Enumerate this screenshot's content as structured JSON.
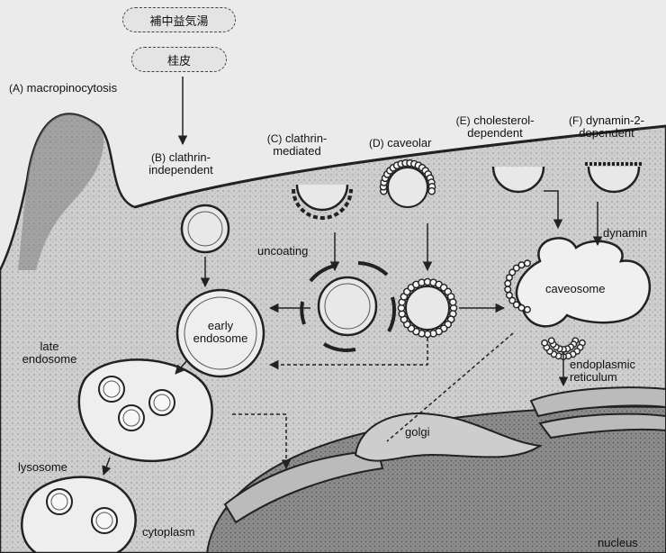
{
  "herbs": {
    "top": "補中益気湯",
    "bottom": "桂皮"
  },
  "pathways": {
    "A": {
      "letter": "A",
      "name": "macropinocytosis"
    },
    "B": {
      "letter": "B",
      "line1": "clathrin-",
      "line2": "independent"
    },
    "C": {
      "letter": "C",
      "line1": "clathrin-",
      "line2": "mediated"
    },
    "D": {
      "letter": "D",
      "name": "caveolar"
    },
    "E": {
      "letter": "E",
      "line1": "cholesterol-",
      "line2": "dependent"
    },
    "F": {
      "letter": "F",
      "line1": "dynamin-2-",
      "line2": "dependent"
    }
  },
  "labels": {
    "uncoating": "uncoating",
    "dynamin": "dynamin",
    "caveosome": "caveosome",
    "early_endosome_1": "early",
    "early_endosome_2": "endosome",
    "late_endosome_1": "late",
    "late_endosome_2": "endosome",
    "lysosome": "lysosome",
    "golgi": "golgi",
    "er_1": "endoplasmic",
    "er_2": "reticulum",
    "cytoplasm": "cytoplasm",
    "nucleus": "nucleus"
  },
  "colors": {
    "membrane": "#222222",
    "cytoplasm": "#d6d6d6",
    "nucleus": "#9a9a9a",
    "background": "#ebebeb"
  }
}
